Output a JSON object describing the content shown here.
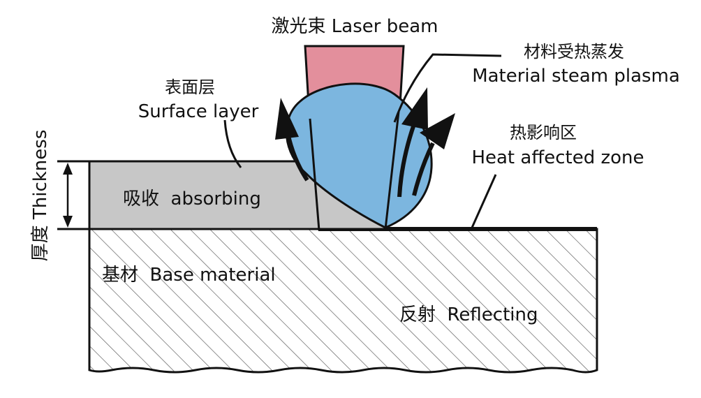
{
  "labels": {
    "laser_beam": "激光束 Laser beam",
    "material_steam_cn": "材料受热蒸发",
    "material_steam_en": "Material steam plasma",
    "surface_layer_cn": "表面层",
    "surface_layer_en": "Surface layer",
    "heat_zone_cn": "热影响区",
    "heat_zone_en": "Heat affected zone",
    "thickness": "厚度 Thickness",
    "absorbing": "吸收  absorbing",
    "base_material": "基材  Base material",
    "reflecting": "反射  Reflecting"
  },
  "colors": {
    "laser_beam_fill": "#e38f9c",
    "plasma_fill": "#7cb6df",
    "surface_layer_fill": "#c7c7c7",
    "outline": "#111111",
    "hatch": "#555555",
    "background": "#ffffff"
  }
}
